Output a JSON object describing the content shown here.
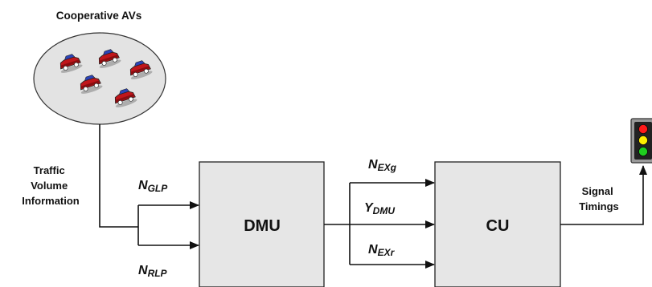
{
  "title": "Cooperative AVs",
  "input_label": [
    "Traffic",
    "Volume",
    "Information"
  ],
  "dmu_label": "DMU",
  "cu_label": "CU",
  "output_label": [
    "Signal",
    "Timings"
  ],
  "signals": {
    "n_glp": {
      "main": "N",
      "sub": "GLP"
    },
    "n_rlp": {
      "main": "N",
      "sub": "RLP"
    },
    "n_exg": {
      "main": "N",
      "sub": "EXg"
    },
    "y_dmu": {
      "main": "Y",
      "sub": "DMU"
    },
    "n_exr": {
      "main": "N",
      "sub": "EXr"
    }
  },
  "colors": {
    "car_body": "#c0161b",
    "car_roof": "#2b44b8",
    "cloud_fill": "#e3e3e3",
    "box_fill": "#e6e6e6",
    "light_red": "#ff1a1a",
    "light_yellow": "#ffee00",
    "light_green": "#1fcf1f",
    "light_housing": "#9a9a9a"
  },
  "icons": [
    "car-icon",
    "traffic-light-icon",
    "arrow-head"
  ]
}
